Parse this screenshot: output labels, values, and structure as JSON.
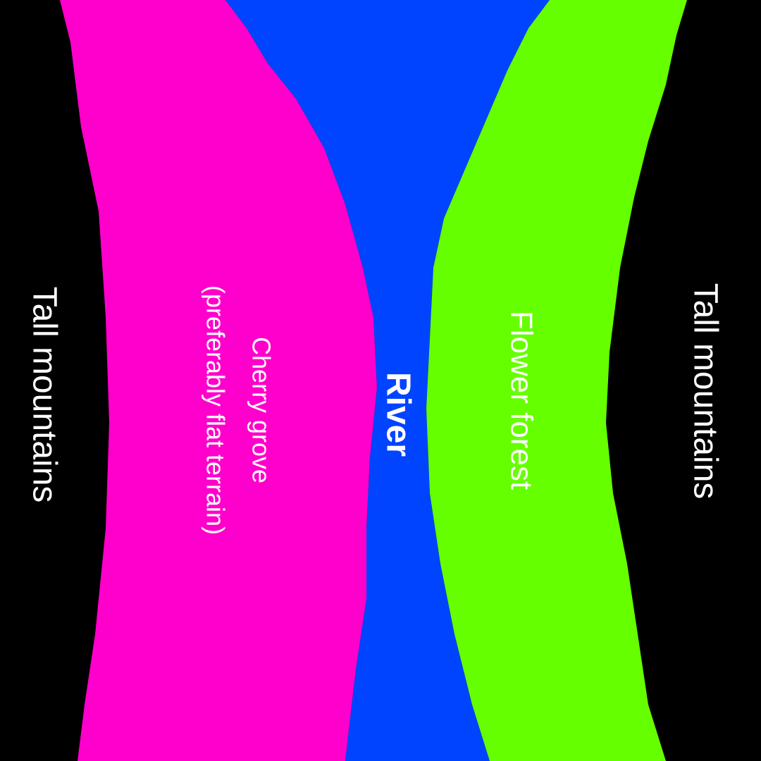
{
  "colors": {
    "mountains": "#000000",
    "cherry_grove": "#ff00cc",
    "river": "#0044ff",
    "flower_forest": "#66ff00",
    "label": "#ffffff"
  },
  "regions": {
    "left_mountains": {
      "label": "Tall mountains"
    },
    "cherry_grove": {
      "label_line1": "Cherry grove",
      "label_line2": "(preferably flat terrain)"
    },
    "river": {
      "label": "River"
    },
    "flower_forest": {
      "label": "Flower forest"
    },
    "right_mountains": {
      "label": "Tall mountains"
    }
  }
}
